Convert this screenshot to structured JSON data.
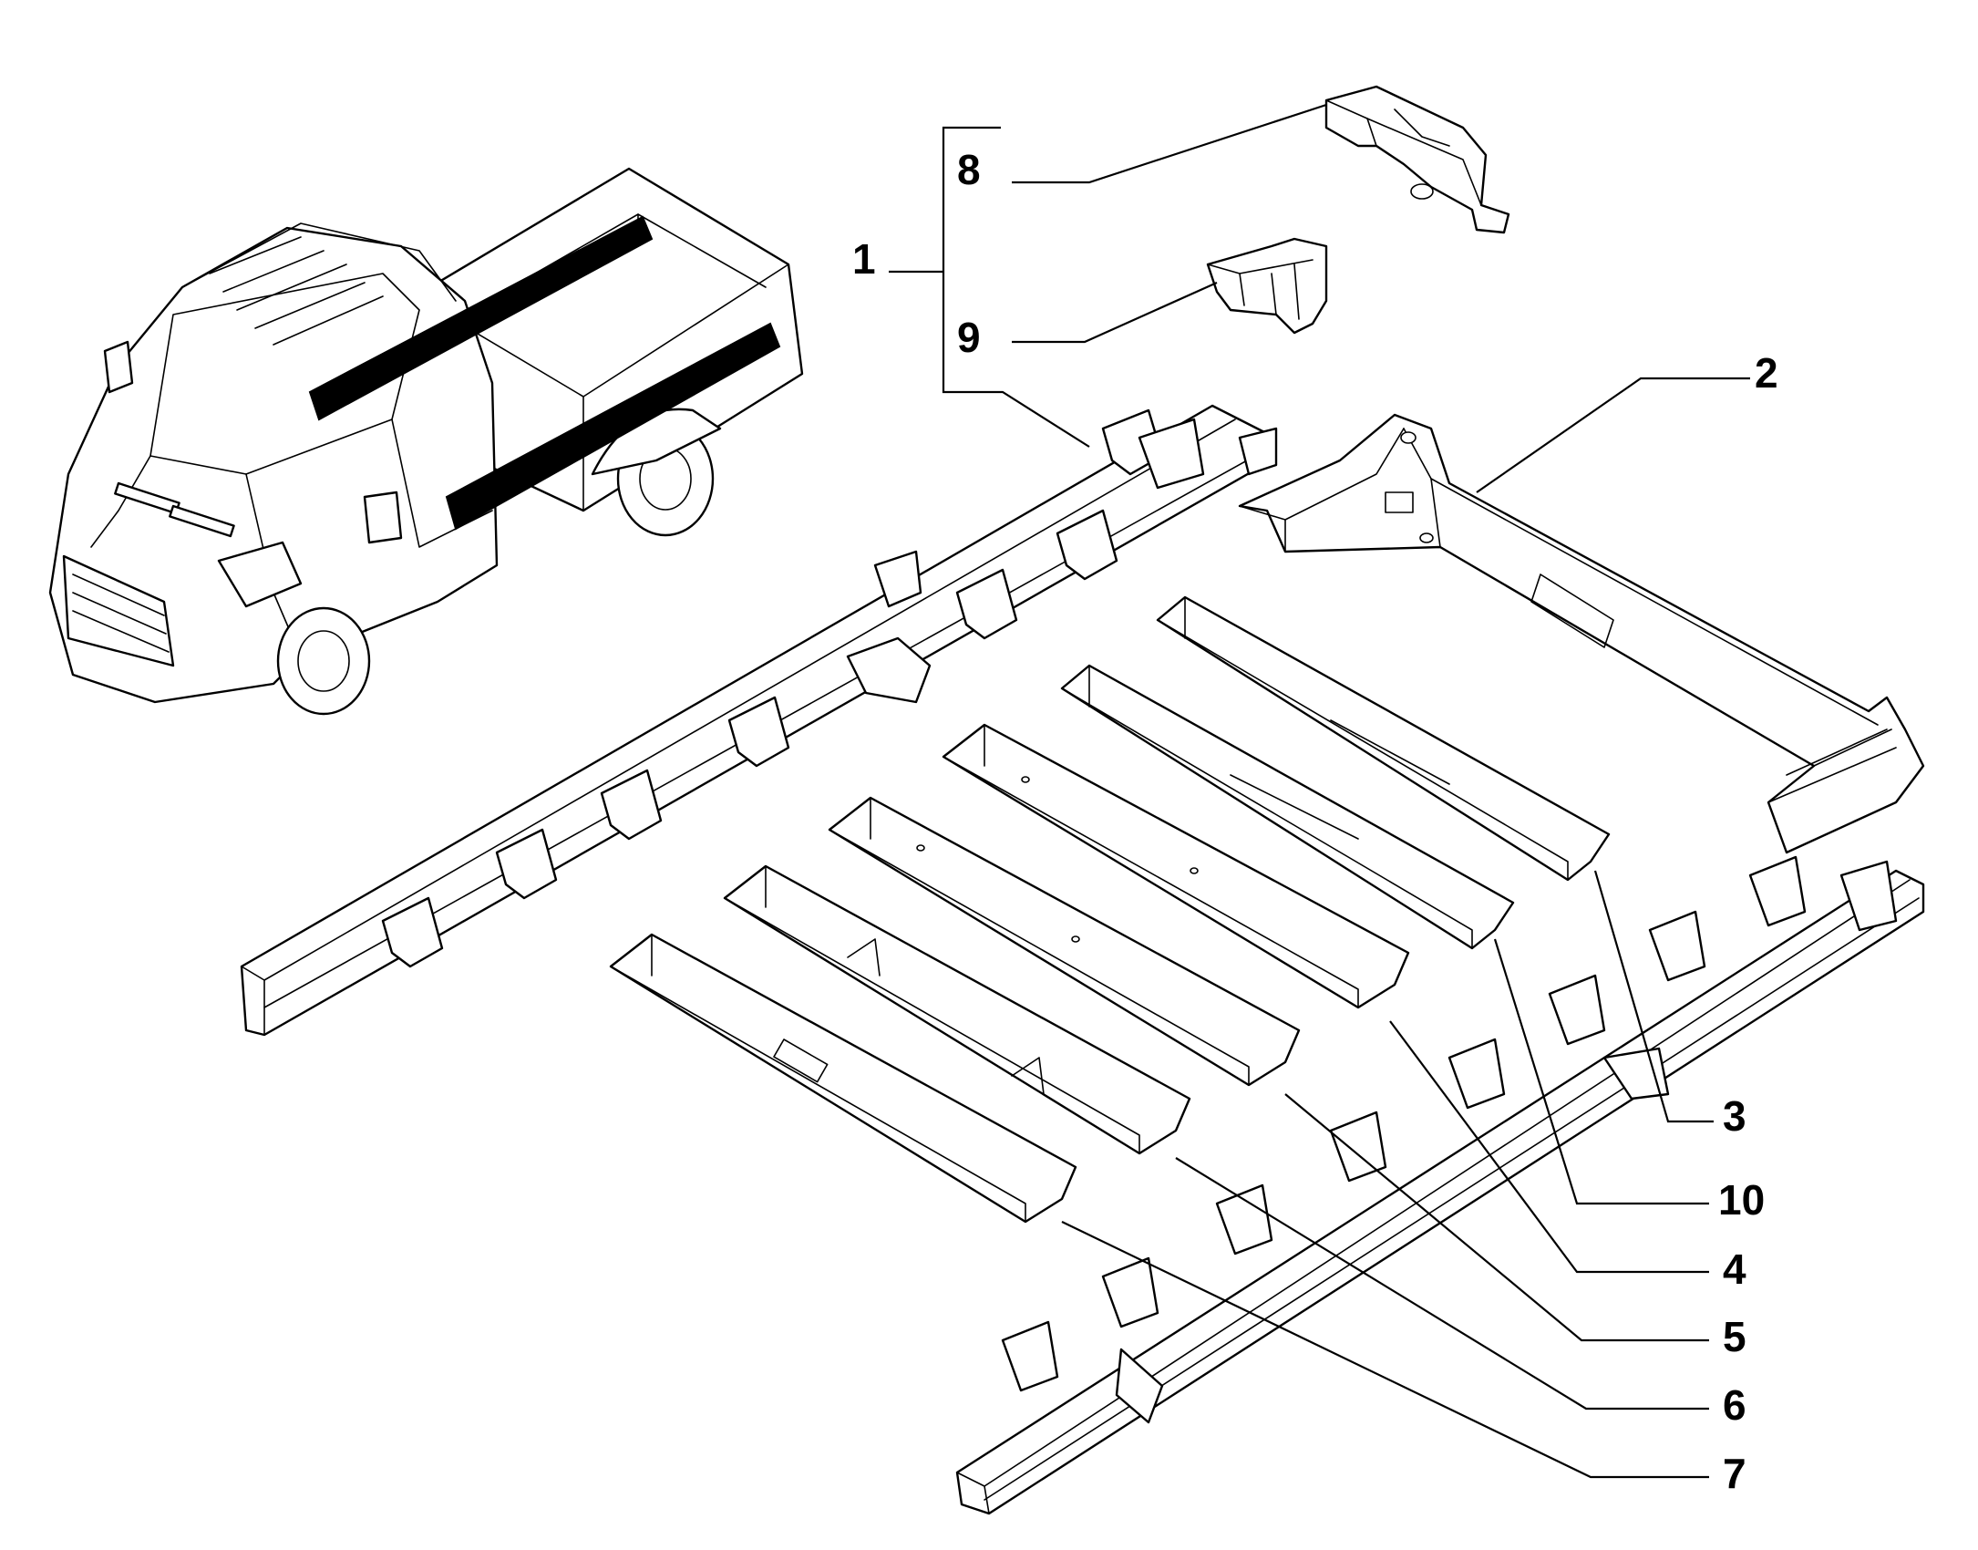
{
  "diagram": {
    "callouts": [
      {
        "id": "c1",
        "label": "1"
      },
      {
        "id": "c2",
        "label": "2"
      },
      {
        "id": "c3",
        "label": "3"
      },
      {
        "id": "c4",
        "label": "4"
      },
      {
        "id": "c5",
        "label": "5"
      },
      {
        "id": "c6",
        "label": "6"
      },
      {
        "id": "c7",
        "label": "7"
      },
      {
        "id": "c8",
        "label": "8"
      },
      {
        "id": "c9",
        "label": "9"
      },
      {
        "id": "c10",
        "label": "10"
      }
    ],
    "colors": {
      "line": "#000000",
      "background": "#ffffff",
      "highlight": "#000000"
    }
  }
}
